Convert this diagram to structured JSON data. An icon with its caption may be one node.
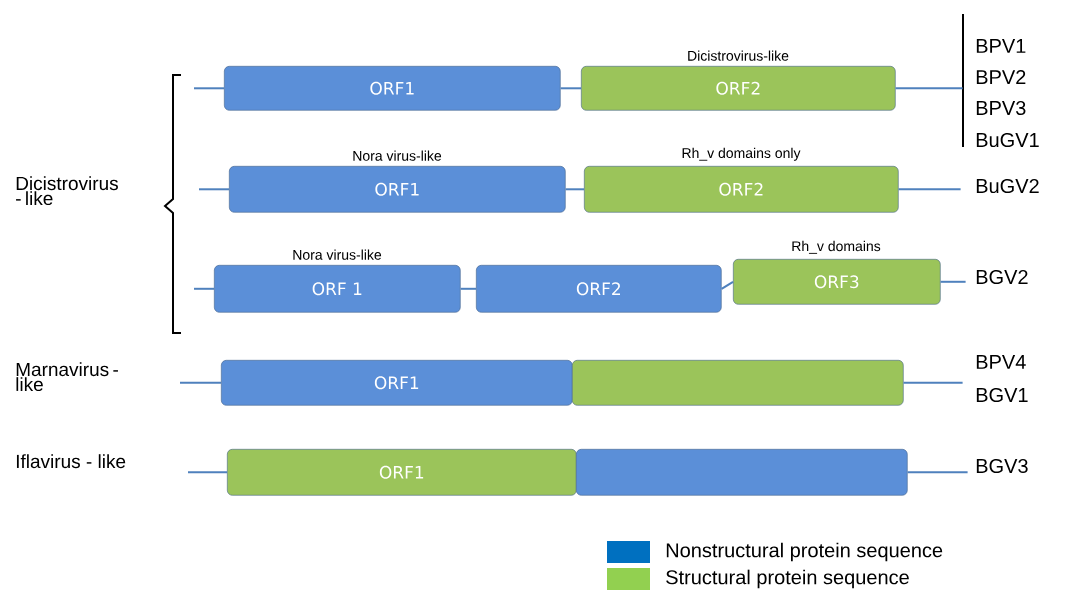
{
  "diagram": {
    "nodes": [
      {
        "text": [
          "ORF1"
        ]
      },
      {
        "text": [
          "ORF2"
        ],
        "beside": [
          "Dicistrovirus-like"
        ]
      },
      {
        "text": [
          "ORF1"
        ],
        "beside": [
          "Nora virus-like"
        ]
      },
      {
        "text": [
          "ORF2"
        ],
        "beside": [
          "Rh_v domains only"
        ]
      },
      {
        "text": [
          "ORF 1"
        ],
        "beside": [
          "Nora virus-like"
        ]
      },
      {
        "text": [
          "ORF2"
        ]
      },
      {
        "text": [
          "ORF3"
        ],
        "beside": [
          "Rh_v domains"
        ]
      },
      {
        "text": [
          "ORF1"
        ]
      },
      {
        "text": [],
        "shape": "bar"
      },
      {
        "text": [
          "ORF1"
        ]
      },
      {
        "text": [],
        "shape": "bar"
      }
    ],
    "edges": [
      {
        "from": null,
        "to": 0,
        "arrow": "none"
      },
      {
        "from": 0,
        "to": 1,
        "arrow": "none"
      },
      {
        "from": 1,
        "to": null,
        "arrow": "none"
      },
      {
        "from": null,
        "to": 2,
        "arrow": "none"
      },
      {
        "from": 2,
        "to": 3,
        "arrow": "none"
      },
      {
        "from": 3,
        "to": null,
        "arrow": "none"
      },
      {
        "from": null,
        "to": 4,
        "arrow": "none"
      },
      {
        "from": 4,
        "to": 5,
        "arrow": "none"
      },
      {
        "from": 5,
        "to": 6,
        "arrow": "none"
      },
      {
        "from": 6,
        "to": null,
        "arrow": "none"
      },
      {
        "from": null,
        "to": 7,
        "arrow": "none"
      },
      {
        "from": 8,
        "to": null,
        "arrow": "none"
      },
      {
        "from": null,
        "to": 9,
        "arrow": "none"
      },
      {
        "from": 10,
        "to": null,
        "arrow": "none"
      }
    ],
    "labels": [
      "BPV1",
      "BPV2",
      "BPV3",
      "BuGV1",
      "Dicistrovirus - like",
      "BuGV2",
      "BGV2",
      "Marnavirus - like",
      "BPV4",
      "BGV1",
      "Iflavirus - like",
      "BGV3"
    ],
    "legend": [
      {
        "text": "Nonstructural protein sequence",
        "color": "#0070c0"
      },
      {
        "text": "Structural protein sequence",
        "color": "#92d050"
      }
    ]
  }
}
